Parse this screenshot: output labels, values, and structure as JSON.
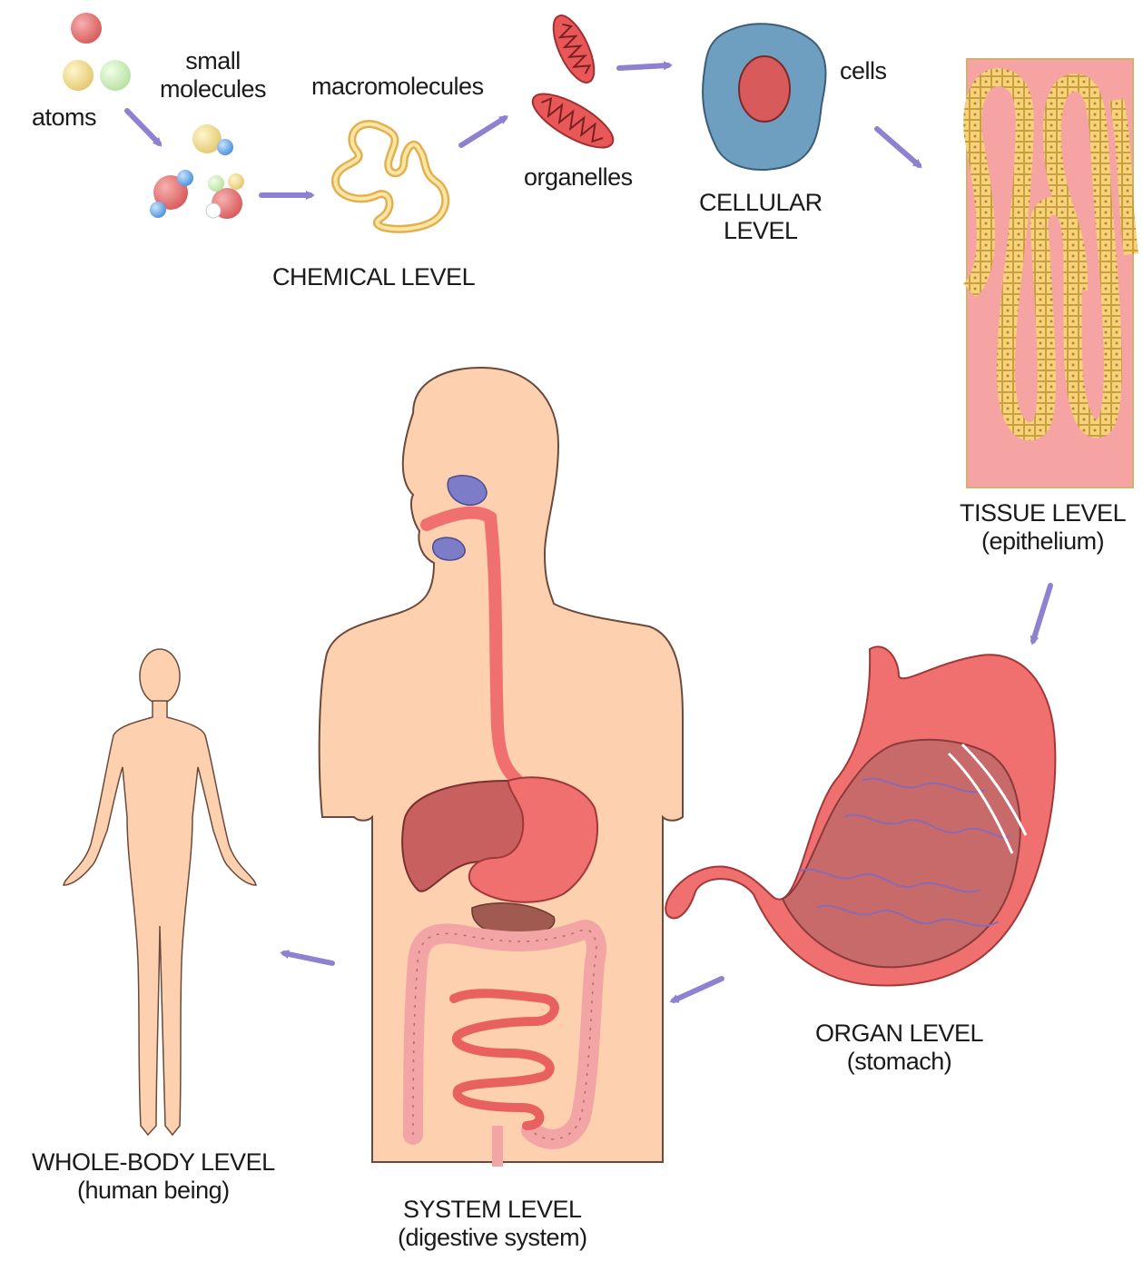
{
  "labels": {
    "atoms": "atoms",
    "small_molecules_1": "small",
    "small_molecules_2": "molecules",
    "macromolecules": "macromolecules",
    "organelles": "organelles",
    "cells": "cells",
    "chemical_level": "CHEMICAL LEVEL",
    "cellular_level_1": "CELLULAR",
    "cellular_level_2": "LEVEL",
    "tissue_level_1": "TISSUE LEVEL",
    "tissue_level_2": "(epithelium)",
    "organ_level_1": "ORGAN LEVEL",
    "organ_level_2": "(stomach)",
    "system_level_1": "SYSTEM LEVEL",
    "system_level_2": "(digestive system)",
    "whole_body_1": "WHOLE-BODY LEVEL",
    "whole_body_2": "(human being)"
  },
  "colors": {
    "arrow": "#9080d0",
    "skin": "#fdd0b0",
    "organ_red": "#f07070",
    "nucleus": "#d85a5a",
    "cell": "#6e9fc0",
    "macromolecule": "#f0c060",
    "liver": "#c96060",
    "pancreas": "#a05a50",
    "gland": "#7c7cc8",
    "colon": "#f3a4a4"
  }
}
